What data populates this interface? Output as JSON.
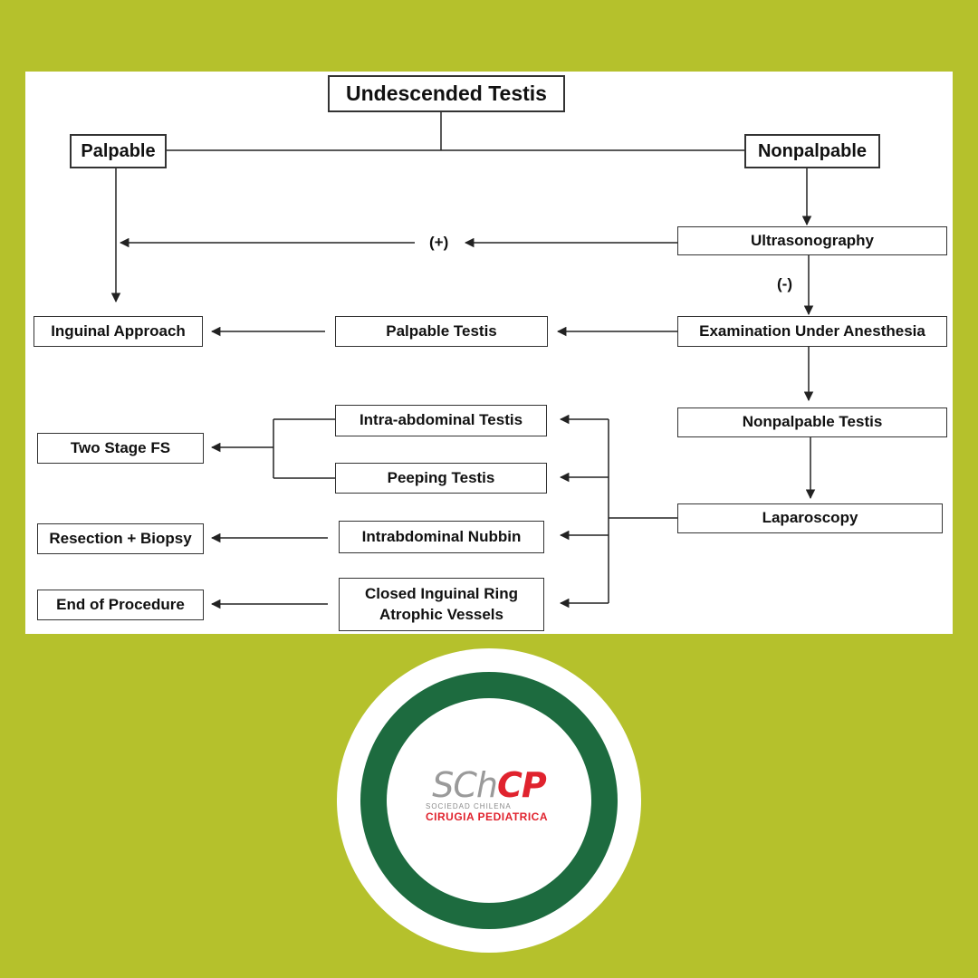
{
  "diagram": {
    "nodes": {
      "undescended_testis": "Undescended Testis",
      "palpable": "Palpable",
      "nonpalpable": "Nonpalpable",
      "ultrasonography": "Ultrasonography",
      "inguinal_approach": "Inguinal Approach",
      "palpable_testis": "Palpable Testis",
      "examination_under_anesthesia": "Examination Under Anesthesia",
      "nonpalpable_testis": "Nonpalpable Testis",
      "laparoscopy": "Laparoscopy",
      "intra_abdominal_testis": "Intra-abdominal Testis",
      "peeping_testis": "Peeping Testis",
      "two_stage_fs": "Two Stage FS",
      "intrabdominal_nubbin": "Intrabdominal Nubbin",
      "resection_biopsy": "Resection + Biopsy",
      "closed_inguinal_ring_line1": "Closed Inguinal Ring",
      "closed_inguinal_ring_line2": "Atrophic Vessels",
      "end_of_procedure": "End of Procedure"
    },
    "edge_labels": {
      "positive": "(+)",
      "negative": "(-)"
    }
  },
  "logo": {
    "mark_part1": "SCh",
    "mark_part2": "CP",
    "subtitle1": "SOCIEDAD CHILENA",
    "subtitle2": "CIRUGIA PEDIATRICA",
    "colors": {
      "ring": "#1d6b3f",
      "accent": "#e0232e",
      "grey": "#9a9a9a"
    }
  },
  "colors": {
    "background": "#b5c12c",
    "panel": "#ffffff"
  }
}
